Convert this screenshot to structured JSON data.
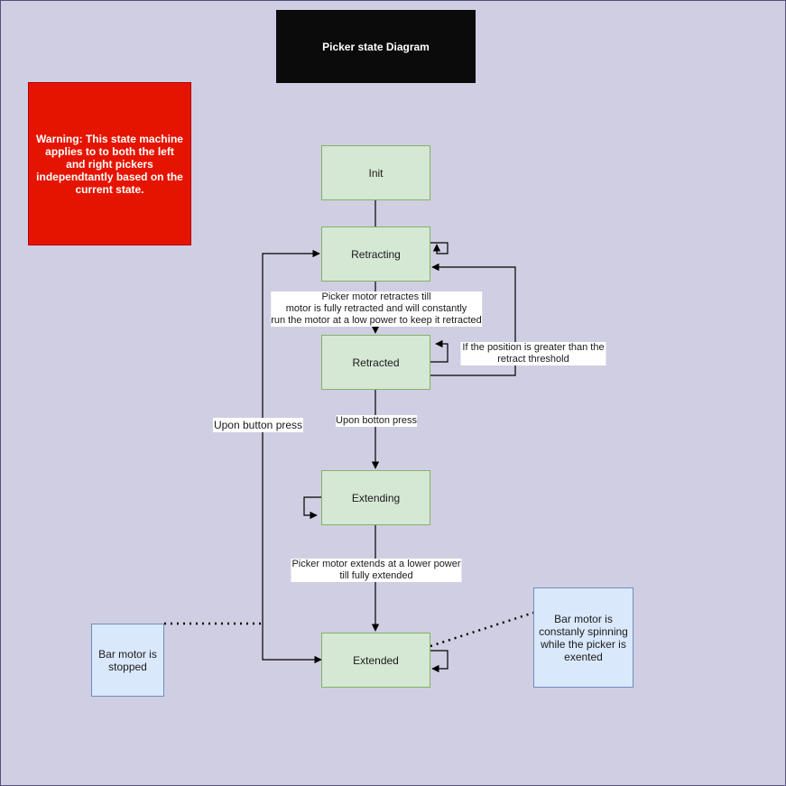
{
  "title": "Picker state Diagram",
  "warning": "Warning: This state machine applies to to both the left and right pickers independtantly based on the current state.",
  "states": {
    "init": "Init",
    "retracting": "Retracting",
    "retracted": "Retracted",
    "extending": "Extending",
    "extended": "Extended"
  },
  "transitions": {
    "retracting_to_retracted": [
      "Picker motor retractes till",
      "motor is fully retracted and will constantly",
      "run the motor at a low power to keep it retracted"
    ],
    "retracted_to_retracting": [
      "If the position is greater than the",
      "retract threshold"
    ],
    "retracted_to_extending": "Upon botton press",
    "extending_to_extended": [
      "Picker motor extends at a lower power",
      "till fully extended"
    ],
    "extended_to_retracting": "Upon button press"
  },
  "notes": {
    "bar_stopped": [
      "Bar motor is",
      "stopped"
    ],
    "bar_spinning": [
      "Bar motor is",
      "constanly spinning",
      "while the picker is",
      "exented"
    ]
  }
}
